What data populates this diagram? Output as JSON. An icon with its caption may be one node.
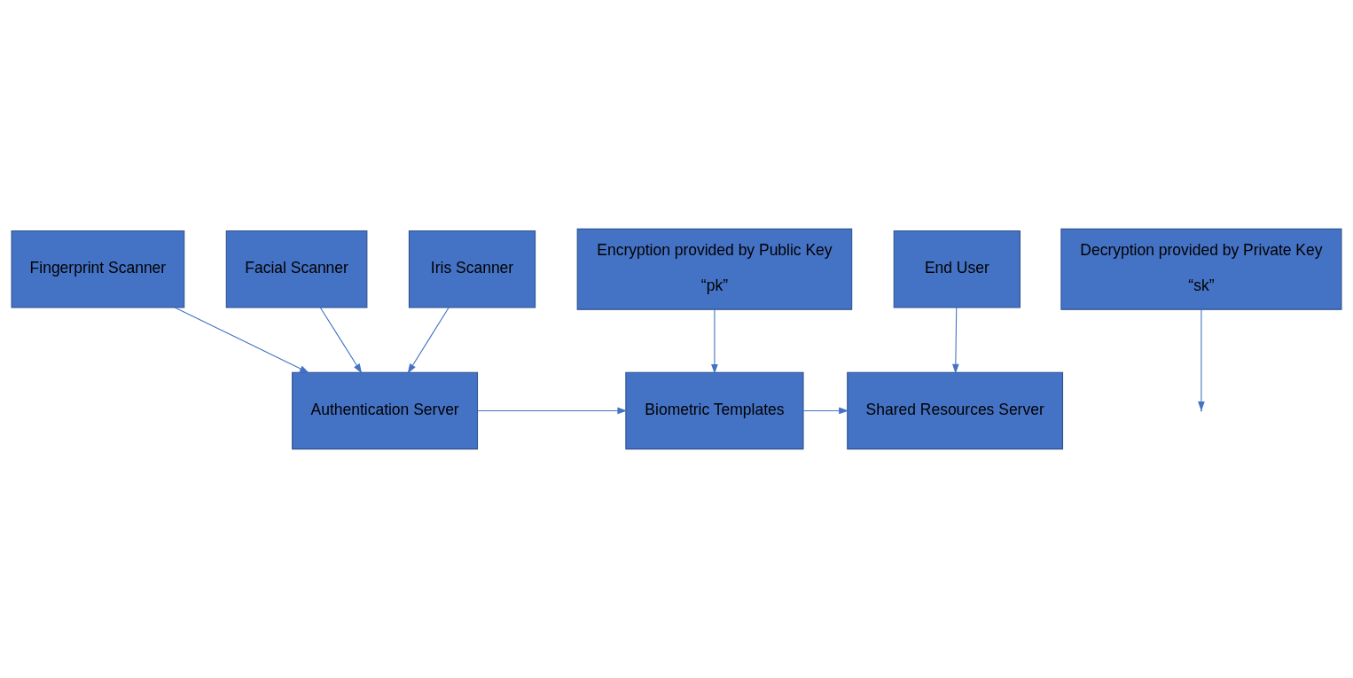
{
  "diagram": {
    "nodes": [
      {
        "text": [
          "Authentication Server"
        ]
      },
      {
        "text": [
          "Encryption provided by Public Key",
          "“pk”"
        ]
      },
      {
        "text": [
          "Biometric Templates"
        ]
      },
      {
        "text": [
          "Decryption provided by Private Key",
          "“sk”"
        ]
      },
      {
        "text": [
          "Shared Resources Server"
        ]
      },
      {
        "text": [
          "Fingerprint Scanner"
        ]
      },
      {
        "text": [
          "Facial Scanner"
        ]
      },
      {
        "text": [
          "Iris Scanner"
        ]
      },
      {
        "text": [
          "End User"
        ]
      }
    ],
    "edges": [
      {
        "from": 0,
        "to": 2,
        "arrow": "to"
      },
      {
        "from": 1,
        "to": 2,
        "arrow": "to"
      },
      {
        "from": 2,
        "to": 4,
        "arrow": "to"
      },
      {
        "from": 3,
        "to": null,
        "arrow": "to"
      },
      {
        "from": 5,
        "to": 0,
        "arrow": "to"
      },
      {
        "from": 6,
        "to": 0,
        "arrow": "to"
      },
      {
        "from": 7,
        "to": 0,
        "arrow": "to"
      },
      {
        "from": 8,
        "to": 4,
        "arrow": "to"
      }
    ]
  }
}
